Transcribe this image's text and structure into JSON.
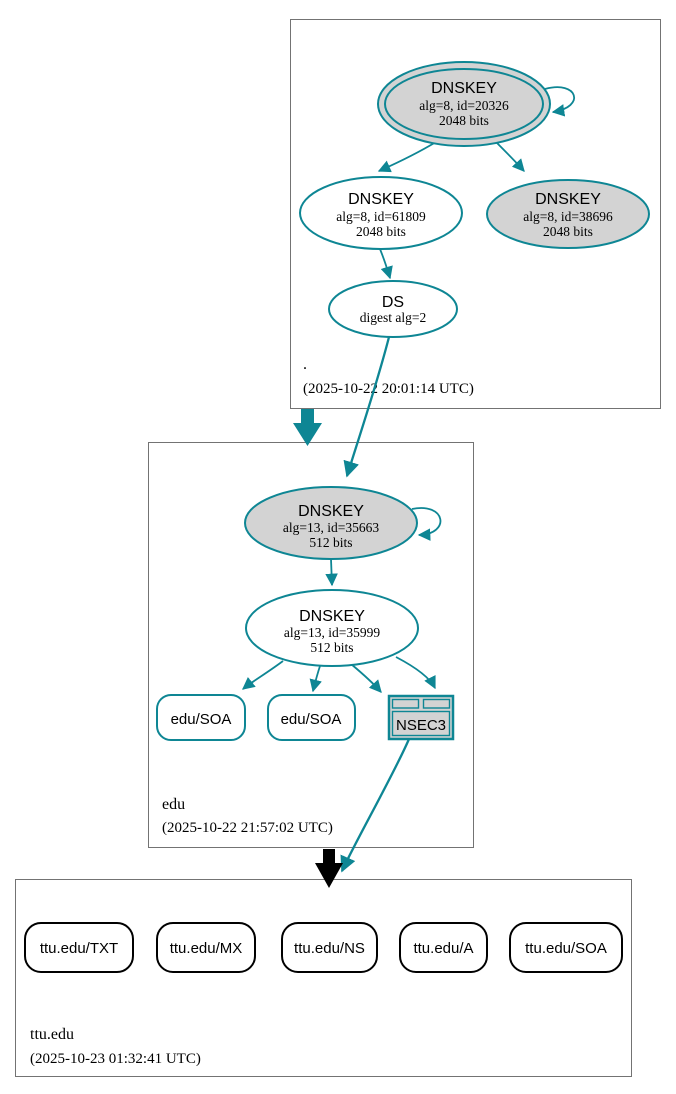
{
  "colors": {
    "secure_teal": "#0e8694",
    "black": "#000000",
    "gray_fill": "#d3d3d3",
    "white_fill": "#ffffff",
    "box_border_gray": "#737373"
  },
  "graph": {
    "root_zone": {
      "label": ".",
      "timestamp": "(2025-10-22 20:01:14 UTC)",
      "nodes": {
        "ksk": {
          "title": "DNSKEY",
          "detail1": "alg=8, id=20326",
          "detail2": "2048 bits"
        },
        "zsk": {
          "title": "DNSKEY",
          "detail1": "alg=8, id=61809",
          "detail2": "2048 bits"
        },
        "key38696": {
          "title": "DNSKEY",
          "detail1": "alg=8, id=38696",
          "detail2": "2048 bits"
        },
        "ds": {
          "title": "DS",
          "detail1": "digest alg=2"
        }
      }
    },
    "edu_zone": {
      "label": "edu",
      "timestamp": "(2025-10-22 21:57:02 UTC)",
      "nodes": {
        "ksk": {
          "title": "DNSKEY",
          "detail1": "alg=13, id=35663",
          "detail2": "512 bits"
        },
        "zsk": {
          "title": "DNSKEY",
          "detail1": "alg=13, id=35999",
          "detail2": "512 bits"
        },
        "soa1": {
          "label": "edu/SOA"
        },
        "soa2": {
          "label": "edu/SOA"
        },
        "nsec3": {
          "label": "NSEC3"
        }
      }
    },
    "ttu_zone": {
      "label": "ttu.edu",
      "timestamp": "(2025-10-23 01:32:41 UTC)",
      "rrsets": [
        {
          "label": "ttu.edu/TXT"
        },
        {
          "label": "ttu.edu/MX"
        },
        {
          "label": "ttu.edu/NS"
        },
        {
          "label": "ttu.edu/A"
        },
        {
          "label": "ttu.edu/SOA"
        }
      ]
    }
  }
}
